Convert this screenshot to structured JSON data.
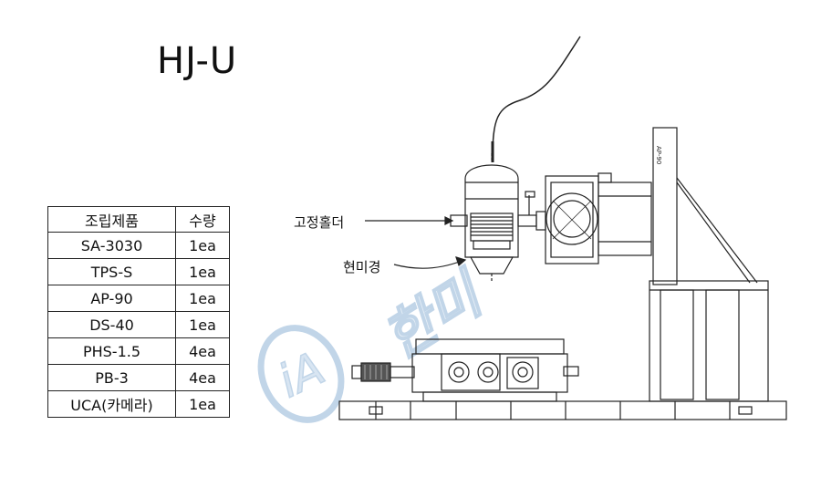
{
  "title": "HJ-U",
  "parts_table": {
    "headers": [
      "조립제품",
      "수량"
    ],
    "rows": [
      {
        "name": "SA-3030",
        "qty": "1ea"
      },
      {
        "name": "TPS-S",
        "qty": "1ea"
      },
      {
        "name": "AP-90",
        "qty": "1ea"
      },
      {
        "name": "DS-40",
        "qty": "1ea"
      },
      {
        "name": "PHS-1.5",
        "qty": "4ea"
      },
      {
        "name": "PB-3",
        "qty": "4ea"
      },
      {
        "name": "UCA(카메라)",
        "qty": "1ea"
      }
    ]
  },
  "callouts": {
    "holder": "고정홀더",
    "microscope": "현미경"
  },
  "bracket_label": "AP-90",
  "watermark_text": "iA 한미"
}
